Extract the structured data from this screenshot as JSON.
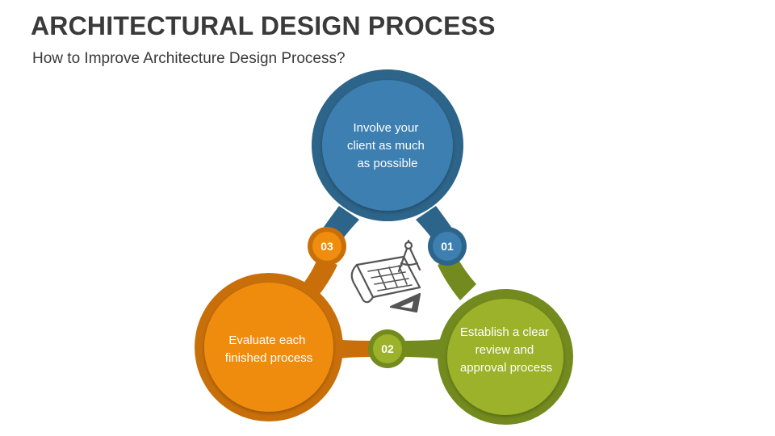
{
  "header": {
    "title": "ARCHITECTURAL DESIGN PROCESS",
    "subtitle": "How to Improve Architecture Design Process?"
  },
  "steps": [
    {
      "number": "01",
      "text_lines": [
        "Involve your",
        "client as much",
        "as possible"
      ],
      "color": "#3d7fb0",
      "ring_color": "#2d6489"
    },
    {
      "number": "02",
      "text_lines": [
        "Establish a clear",
        "review and",
        "approval process"
      ],
      "color": "#9bb22a",
      "ring_color": "#738a1e"
    },
    {
      "number": "03",
      "text_lines": [
        "Evaluate each",
        "finished process"
      ],
      "color": "#f08c0e",
      "ring_color": "#c86f0a"
    }
  ],
  "center_icon": "blueprint-compass-ruler-icon"
}
